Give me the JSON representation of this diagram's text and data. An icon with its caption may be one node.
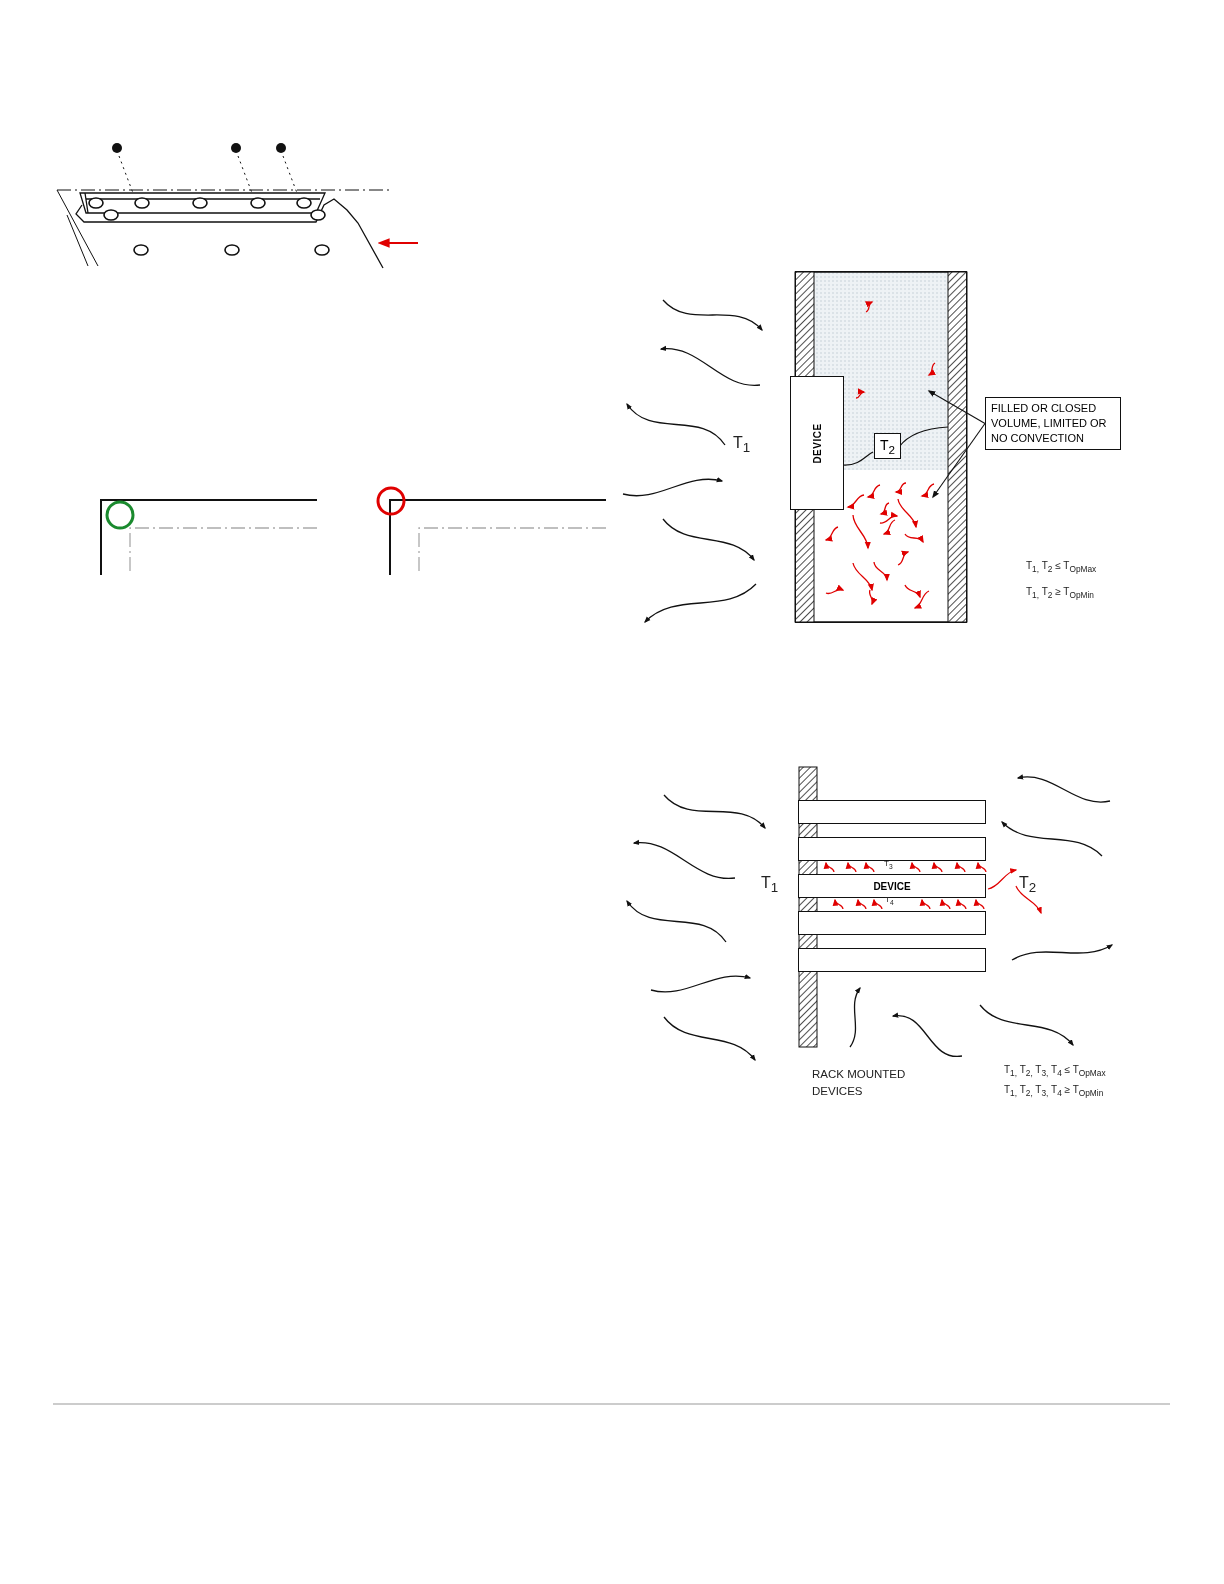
{
  "diagram": {
    "nodes": [
      {
        "text": [],
        "shape": "box"
      },
      {
        "text": [
          "DEVICE"
        ]
      },
      {
        "text": [
          "T$_{2}$"
        ],
        "in": 0
      },
      {
        "text": [
          "FILLED  OR CLOSED VOLUME, LIMITED OR NO CONVECTION"
        ]
      },
      {
        "text": [],
        "shape": "box"
      },
      {
        "text": [],
        "shape": "box"
      },
      {
        "text": [
          "DEVICE"
        ]
      },
      {
        "text": [],
        "shape": "box"
      },
      {
        "text": [],
        "shape": "box"
      }
    ],
    "edges": [
      {
        "from": 3,
        "to": 0,
        "arrow": "to"
      },
      {
        "from": 3,
        "to": 0,
        "arrow": "to"
      }
    ],
    "labels": [
      "T$_{1}$",
      "T$_{1,}$ T$_{2}$ ≤ T$_{OpMax}$",
      "T$_{1,}$ T$_{2}$ ≥ T$_{OpMin}$",
      "T$_{1}$",
      "T$_{3}$",
      "T$_{2}$",
      "T$_{4}$",
      "RACK MOUNTED DEVICES",
      "T$_{1,}$ T$_{2,}$ T$_{3,}$ T$_{4}$ ≤ T$_{OpMax}$",
      "T$_{1,}$ T$_{2,}$ T$_{3,}$ T$_{4}$ ≥ T$_{OpMin}$"
    ]
  }
}
